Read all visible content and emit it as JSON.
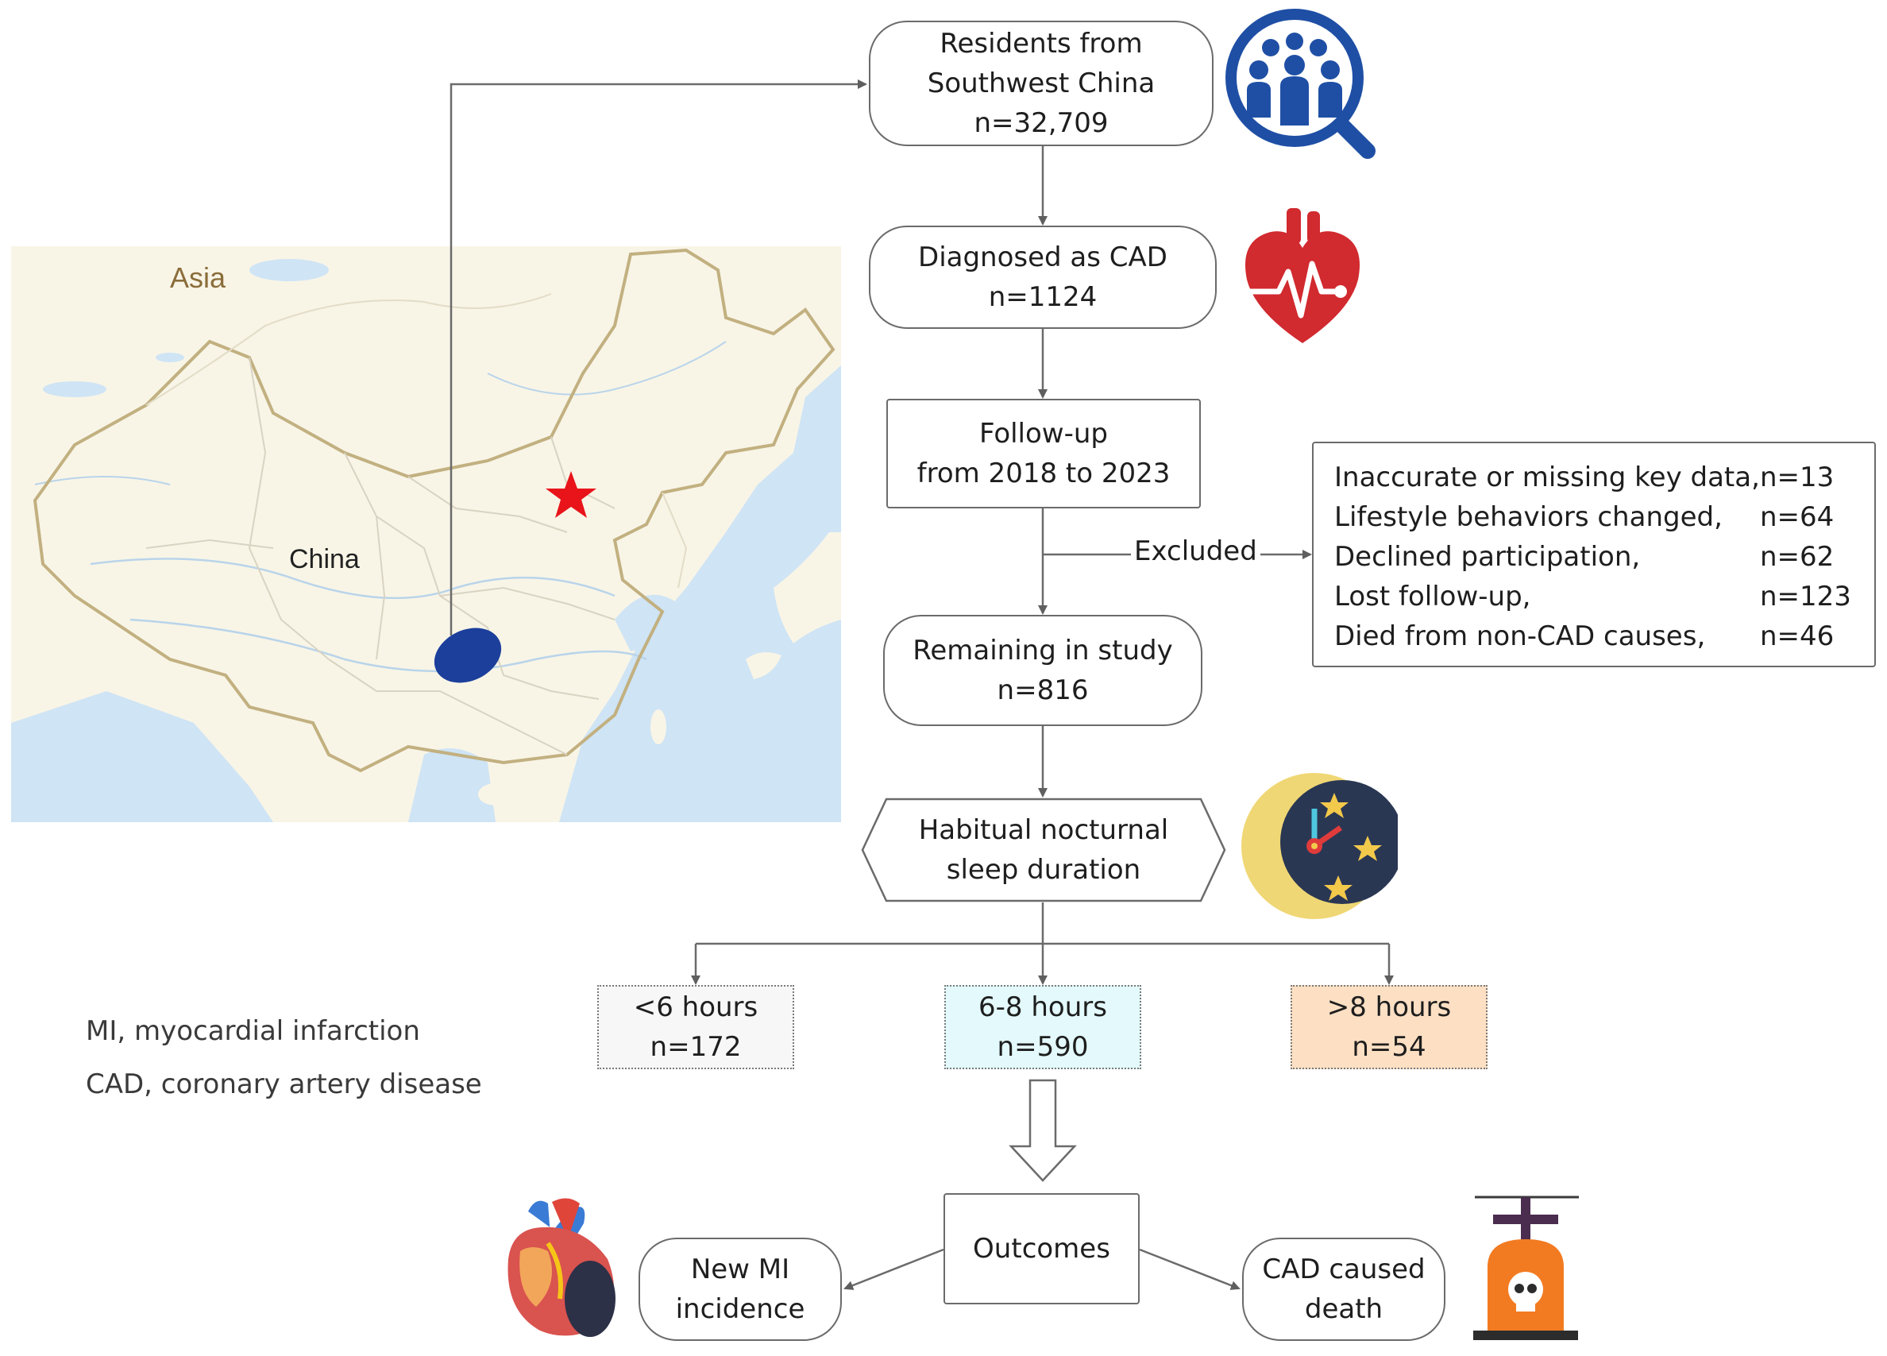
{
  "map": {
    "asia_label": "Asia",
    "china_label": "China",
    "colors": {
      "land": "#f8f5e7",
      "sea": "#cfe4f5",
      "border": "#c2b080",
      "marker": "#1c3f9c",
      "star": "#e8141a"
    }
  },
  "nodes": {
    "residents": {
      "line1": "Residents from",
      "line2": "Southwest China",
      "line3": "n=32,709"
    },
    "cad": {
      "line1": "Diagnosed as CAD",
      "line2": "n=1124"
    },
    "followup": {
      "line1": "Follow-up",
      "line2": "from 2018 to 2023"
    },
    "remaining": {
      "line1": "Remaining in study",
      "line2": "n=816"
    },
    "sleep": {
      "line1": "Habitual nocturnal",
      "line2": "sleep duration"
    },
    "lt6": {
      "line1": "<6 hours",
      "line2": "n=172",
      "color": "#f7f7f7"
    },
    "mid": {
      "line1": "6-8 hours",
      "line2": "n=590",
      "color": "#e3f9fb"
    },
    "gt8": {
      "line1": ">8 hours",
      "line2": "n=54",
      "color": "#fde0c4"
    },
    "outcomes": {
      "label": "Outcomes"
    },
    "mi": {
      "line1": "New MI",
      "line2": "incidence"
    },
    "death": {
      "line1": "CAD caused",
      "line2": "death"
    }
  },
  "excluded": {
    "label": "Excluded",
    "items": [
      {
        "reason": "Inaccurate or missing key data,",
        "n": "n=13"
      },
      {
        "reason": "Lifestyle behaviors changed,",
        "n": "n=64"
      },
      {
        "reason": "Declined participation,",
        "n": "n=62"
      },
      {
        "reason": "Lost follow-up,",
        "n": "n=123"
      },
      {
        "reason": "Died from non-CAD causes,",
        "n": "n=46"
      }
    ]
  },
  "legend": {
    "mi": "MI, myocardial infarction",
    "cad": "CAD, coronary artery disease"
  },
  "icons": {
    "population": "people-magnifier-icon",
    "heart_ecg": "heart-ecg-icon",
    "moon_clock": "moon-clock-icon",
    "anatomical_heart": "anatomical-heart-icon",
    "grave": "tombstone-skull-icon"
  }
}
